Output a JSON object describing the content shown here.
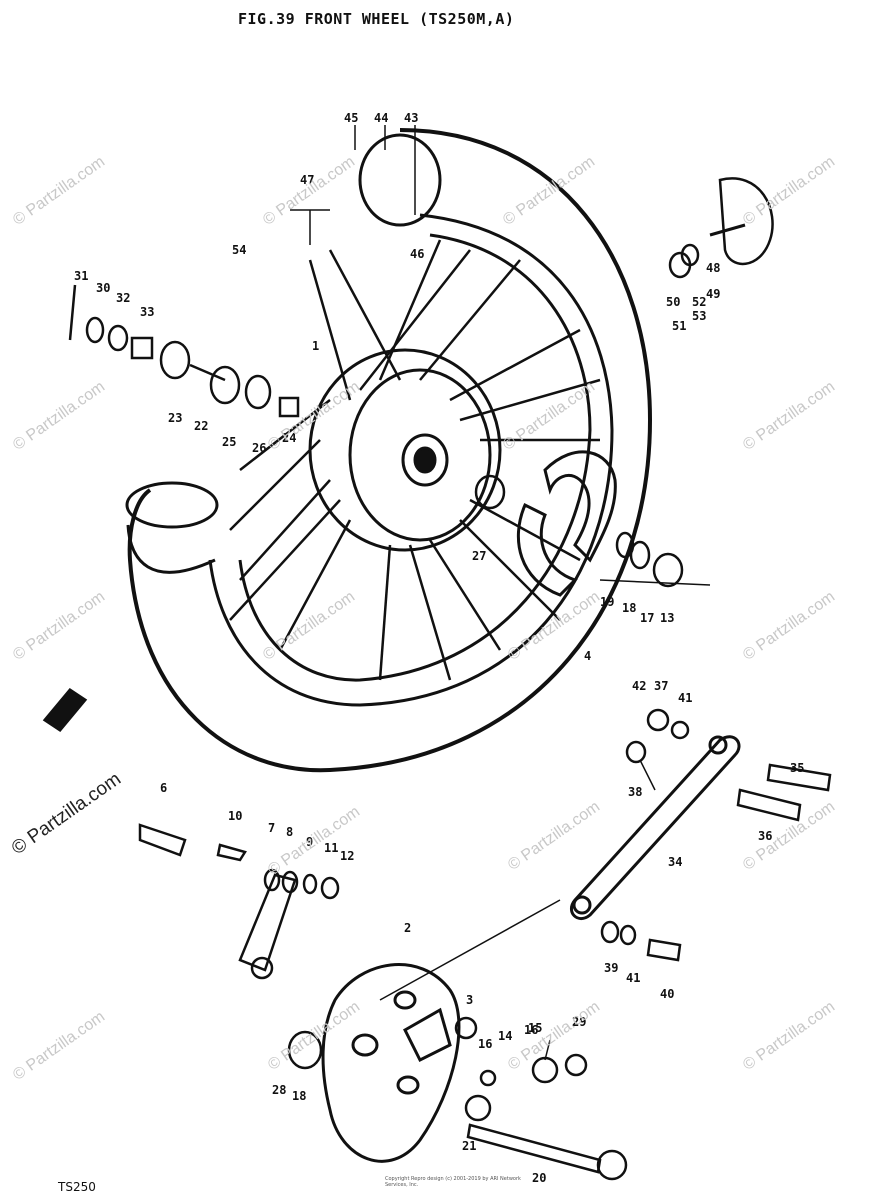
{
  "title": "FIG.39  FRONT WHEEL (TS250M,A)",
  "model": "TS250",
  "copyright_small": "Copyright\nRepro design (c) 2001-2019 by ARI Network Services, Inc.",
  "watermark": "© Partzilla.com",
  "parts": [
    "1",
    "2",
    "3",
    "4",
    "6",
    "7",
    "8",
    "9",
    "10",
    "11",
    "12",
    "13",
    "14",
    "15",
    "16",
    "16",
    "17",
    "18",
    "18",
    "19",
    "20",
    "21",
    "22",
    "23",
    "24",
    "25",
    "26",
    "27",
    "28",
    "29",
    "30",
    "31",
    "32",
    "33",
    "34",
    "35",
    "36",
    "37",
    "38",
    "39",
    "40",
    "41",
    "41",
    "42",
    "43",
    "44",
    "45",
    "46",
    "47",
    "48",
    "49",
    "50",
    "51",
    "52",
    "53",
    "54"
  ]
}
